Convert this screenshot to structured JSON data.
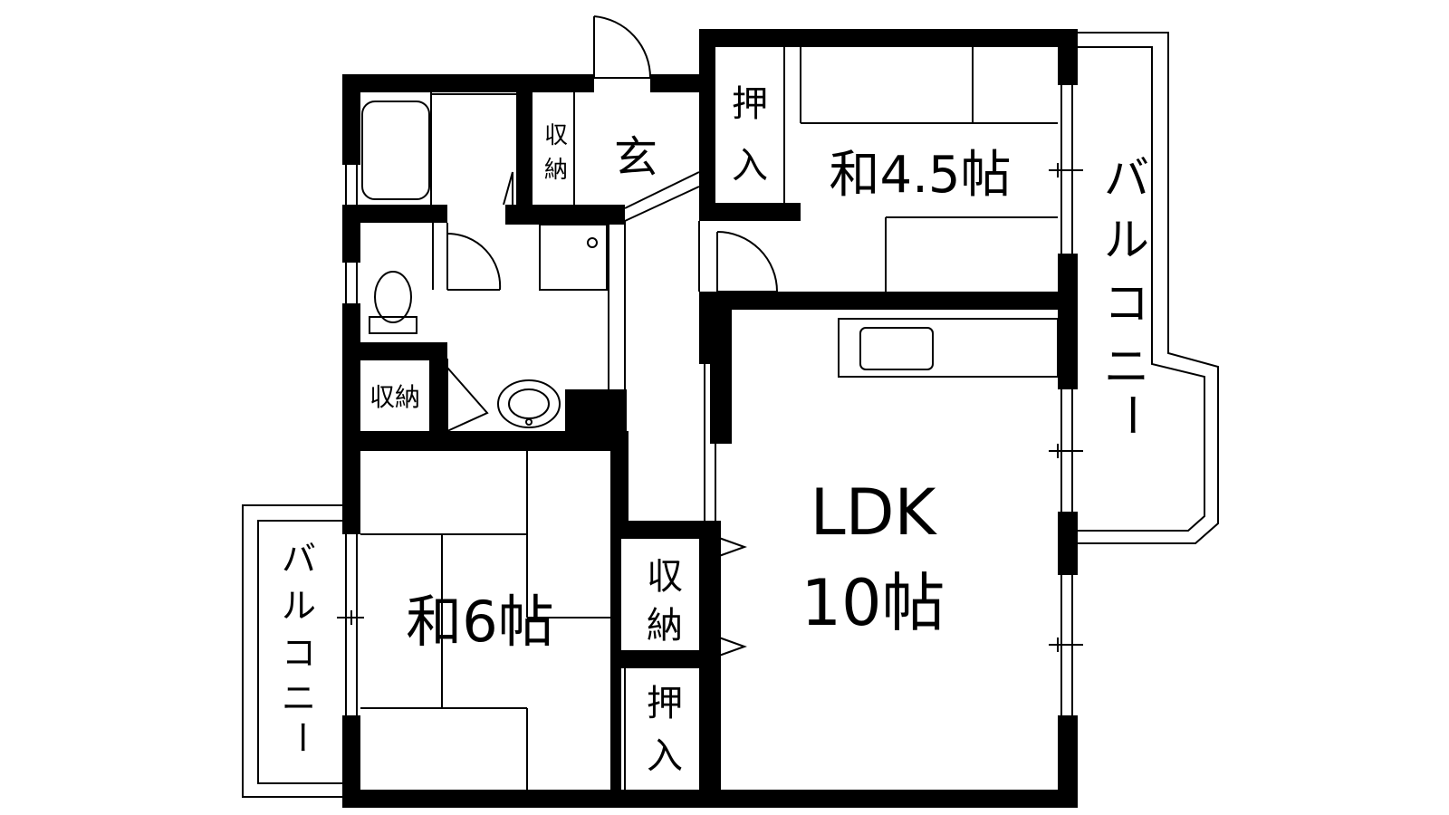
{
  "rooms": {
    "washitsu_small": "和4.5帖",
    "washitsu_large": "和6帖",
    "ldk_name": "LDK",
    "ldk_size": "10帖",
    "entrance": "玄"
  },
  "storage": {
    "oshiire": [
      "押",
      "入"
    ],
    "shuno": "収納",
    "shuno_split": [
      "収",
      "納"
    ]
  },
  "balcony": [
    "バ",
    "ル",
    "コ",
    "ニ",
    "ー"
  ],
  "colors": {
    "wall": "#000000",
    "background": "#ffffff",
    "line": "#000000"
  }
}
